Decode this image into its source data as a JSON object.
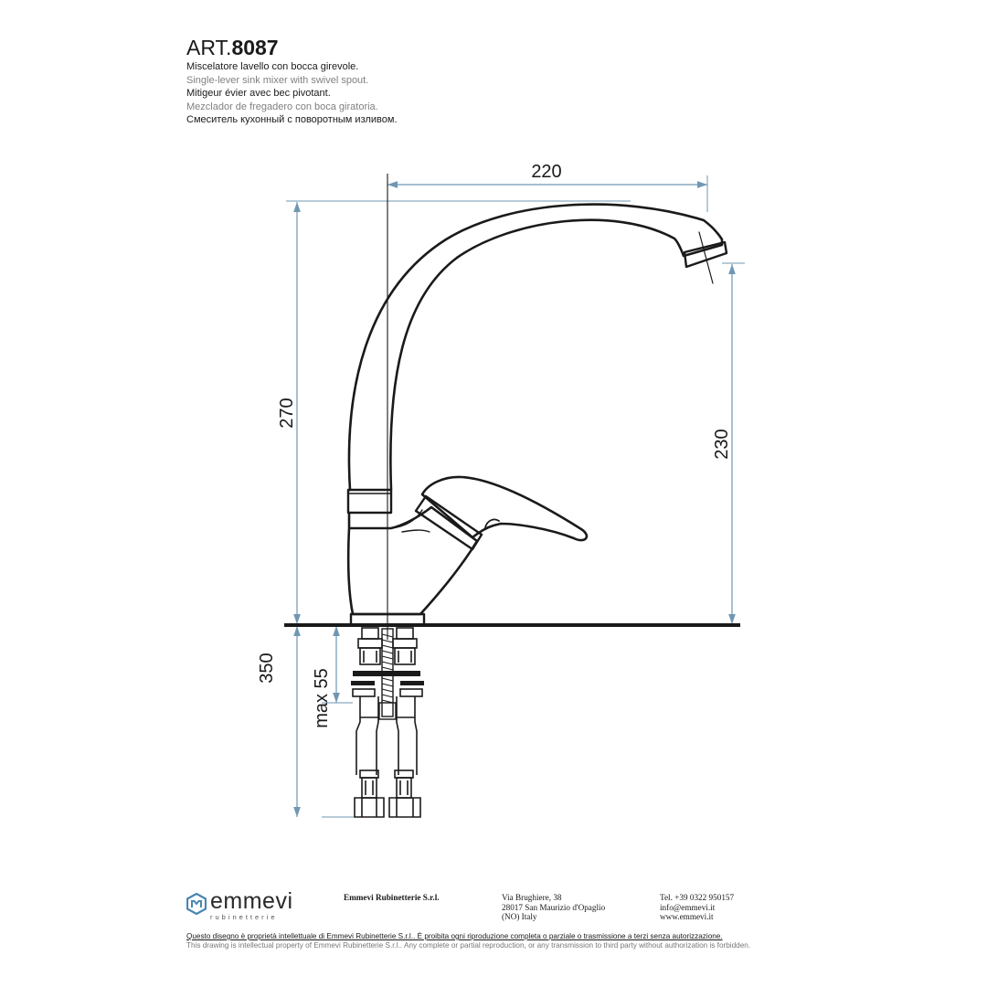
{
  "header": {
    "art_prefix": "ART.",
    "art_number": "8087",
    "descriptions": [
      "Miscelatore lavello con bocca girevole.",
      "Single-lever sink mixer with swivel spout.",
      "Mitigeur évier avec bec pivotant.",
      "Mezclador de fregadero con boca giratoria.",
      "Смеситель кухонный с поворотным изливом."
    ]
  },
  "dimensions": {
    "spout_reach": "220",
    "total_height": "270",
    "spout_height": "230",
    "below_deck": "350",
    "max_thickness": "max 55"
  },
  "footer": {
    "brand": "emmevi",
    "brand_sub": "rubinetterie",
    "company": "Emmevi Rubinetterie S.r.l.",
    "address": [
      "Via Brughiere, 38",
      "28017 San Maurizio d'Opaglio",
      "(NO) Italy"
    ],
    "contacts": [
      "Tel. +39 0322 950157",
      "info@emmevi.it",
      "www.emmevi.it"
    ],
    "legal_it": "Questo disegno è proprietà intellettuale di Emmevi Rubinetterie S.r.l.. È proibita ogni riproduzione completa o parziale o trasmissione a terzi senza autorizzazione.",
    "legal_en": "This drawing is intellectual property of Emmevi Rubinetterie S.r.l.. Any complete or partial reproduction, or any transmission to third party without authorization is forbidden."
  },
  "colors": {
    "outline": "#1a1a1a",
    "dimension_line": "#6f97b3",
    "logo_accent": "#4a86b0"
  }
}
